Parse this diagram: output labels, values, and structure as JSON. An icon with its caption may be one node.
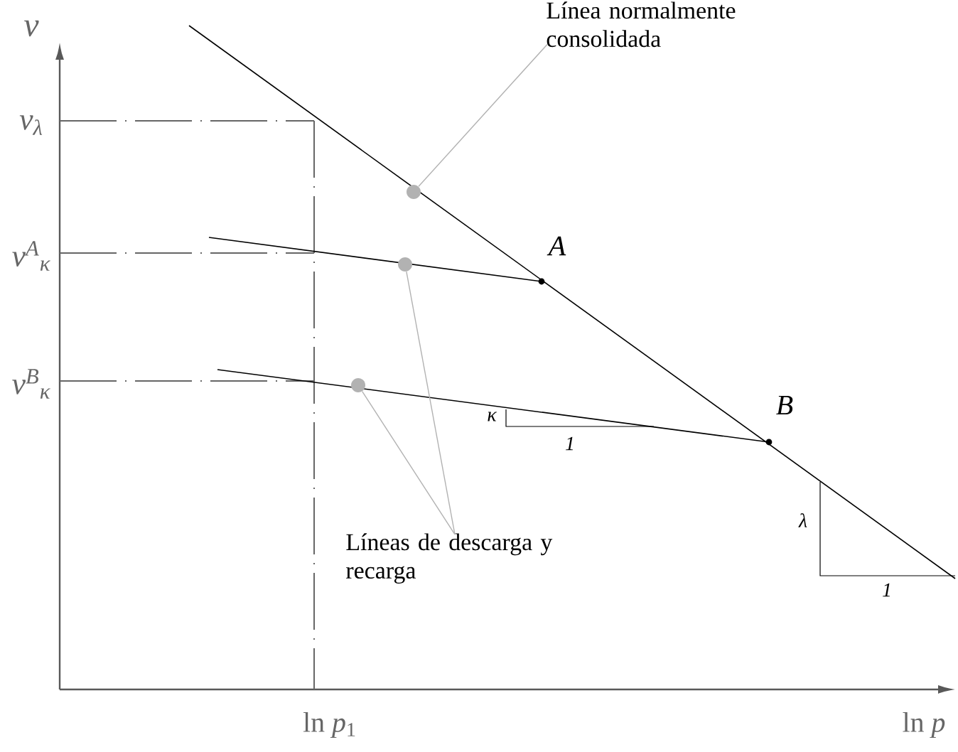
{
  "diagram": {
    "nodes": [
      {
        "text": [
          "Línea normalmente consolidada"
        ]
      },
      {
        "text": [],
        "shape": "circle"
      },
      {
        "text": [
          "Líneas de descarga y recarga"
        ]
      },
      {
        "text": [],
        "shape": "circle"
      },
      {
        "text": [],
        "shape": "circle"
      }
    ],
    "edges": [
      {
        "from": 0,
        "to": 1,
        "arrow": "none"
      },
      {
        "from": 2,
        "to": 3,
        "arrow": "none"
      },
      {
        "from": 2,
        "to": 4,
        "arrow": "none"
      }
    ],
    "labels": [
      "v",
      "v$_{λ}$",
      "v$^{A}$$_{κ}$",
      "A",
      "v$^{B}$$_{κ}$",
      "B",
      "κ",
      "1",
      "λ",
      "1",
      "ln *p*$_{1}$",
      "ln *p*"
    ]
  }
}
